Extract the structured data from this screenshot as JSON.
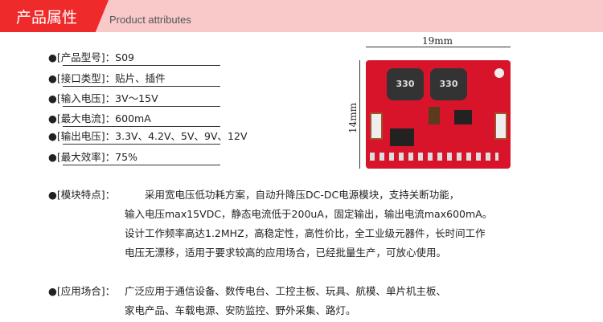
{
  "header": {
    "title_cn": "产品属性",
    "title_en": "Product attributes"
  },
  "attributes": [
    {
      "label": "●[产品型号]：",
      "value": "S09"
    },
    {
      "label": "●[接口类型]：",
      "value": "贴片、插件"
    },
    {
      "label": "●[输入电压]：",
      "value": "3V～15V"
    },
    {
      "label": "●[最大电流]：",
      "value": "600mA"
    },
    {
      "label": "●[输出电压]：",
      "value": "3.3V、4.2V、5V、9V、12V"
    },
    {
      "label": "●[最大效率]：",
      "value": "75%"
    }
  ],
  "features": {
    "label": "●[模块特点]：",
    "lines": [
      "采用宽电压低功耗方案，自动升降压DC-DC电源模块，支持关断功能，",
      "输入电压max15VDC，静态电流低于200uA，固定输出，输出电流max600mA。",
      "设计工作频率高达1.2MHZ，高稳定性，高性价比，全工业级元器件，长时间工作",
      "电压无漂移，适用于要求较高的应用场合，已经批量生产，可放心使用。"
    ]
  },
  "applications": {
    "label": "●[应用场合]：",
    "lines": [
      "广泛应用于通信设备、数传电台、工控主板、玩具、航模、单片机主板、",
      "家电产品、车载电源、安防监控、野外采集、路灯。"
    ]
  },
  "product_image": {
    "width_label": "19mm",
    "height_label": "14mm",
    "inductor_marking": "330"
  }
}
